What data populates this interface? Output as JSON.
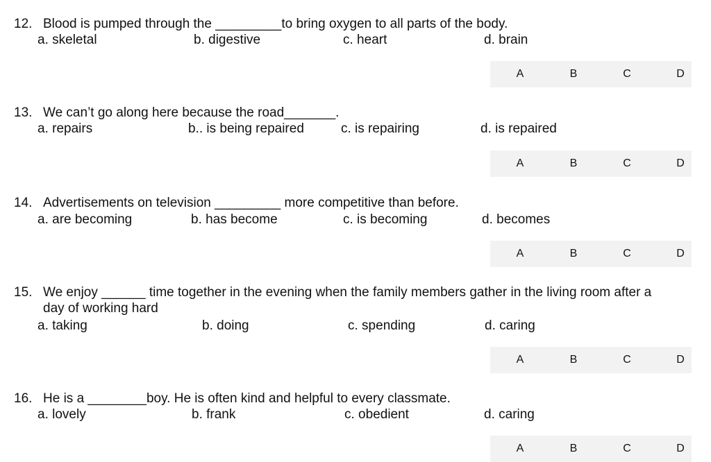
{
  "questions": [
    {
      "number": "12.",
      "stem": "Blood is pumped through the _________to bring oxygen to all parts of the body.",
      "stem2": "",
      "options": [
        "a. skeletal",
        "b. digestive",
        "c. heart",
        "d. brain"
      ]
    },
    {
      "number": "13.",
      "stem": "We can’t go along here because the road_______.",
      "stem2": "",
      "options": [
        "a. repairs",
        "b.. is being repaired",
        "c. is repairing",
        "d. is repaired"
      ]
    },
    {
      "number": "14.",
      "stem": "Advertisements on television _________ more competitive than before.",
      "stem2": "",
      "options": [
        "a. are becoming",
        "b. has become",
        "c. is becoming",
        "d. becomes"
      ]
    },
    {
      "number": "15.",
      "stem": "We enjoy ______ time together in the evening when the family members gather in the living room after a",
      "stem2": "day of working hard",
      "options": [
        "a. taking",
        "b. doing",
        "c. spending",
        "d. caring"
      ]
    },
    {
      "number": "16.",
      "stem": "He is a ________boy. He is often kind and helpful to every classmate.",
      "stem2": "",
      "options": [
        "a. lovely",
        "b. frank",
        "c. obedient",
        "d. caring"
      ]
    }
  ],
  "answer_choices": [
    "A",
    "B",
    "C",
    "D"
  ]
}
